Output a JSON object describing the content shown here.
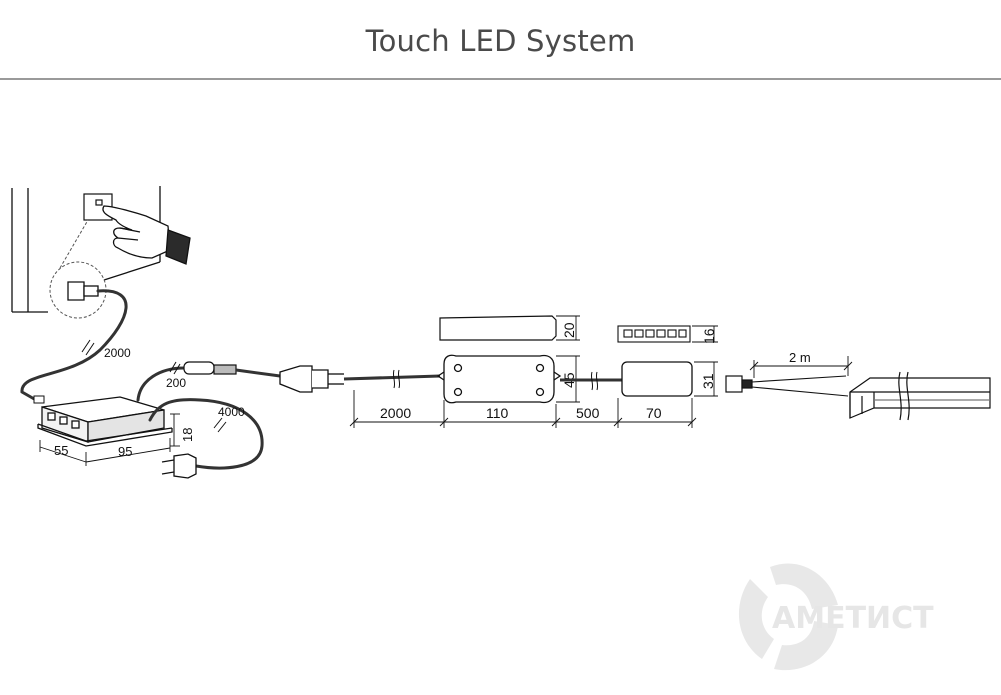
{
  "title": "Touch LED System",
  "labels": {
    "sensor_cable": "2000",
    "hub_cable": "200",
    "power_cable": "4000",
    "hub_height": "18",
    "hub_depth": "55",
    "hub_width": "95",
    "cable_to_driver": "2000",
    "driver_length": "110",
    "driver_width": "45",
    "driver_height": "20",
    "cable_to_splitter": "500",
    "splitter_length": "70",
    "splitter_width": "31",
    "splitter_height": "16",
    "strip_length": "2 m"
  },
  "watermark": "АМЕТИСТ",
  "colors": {
    "line": "#111111",
    "cable": "#333333",
    "hub_fill": "#f2f2f2",
    "title_rule": "#9a9a9a",
    "watermark": "#e6e6e6"
  }
}
